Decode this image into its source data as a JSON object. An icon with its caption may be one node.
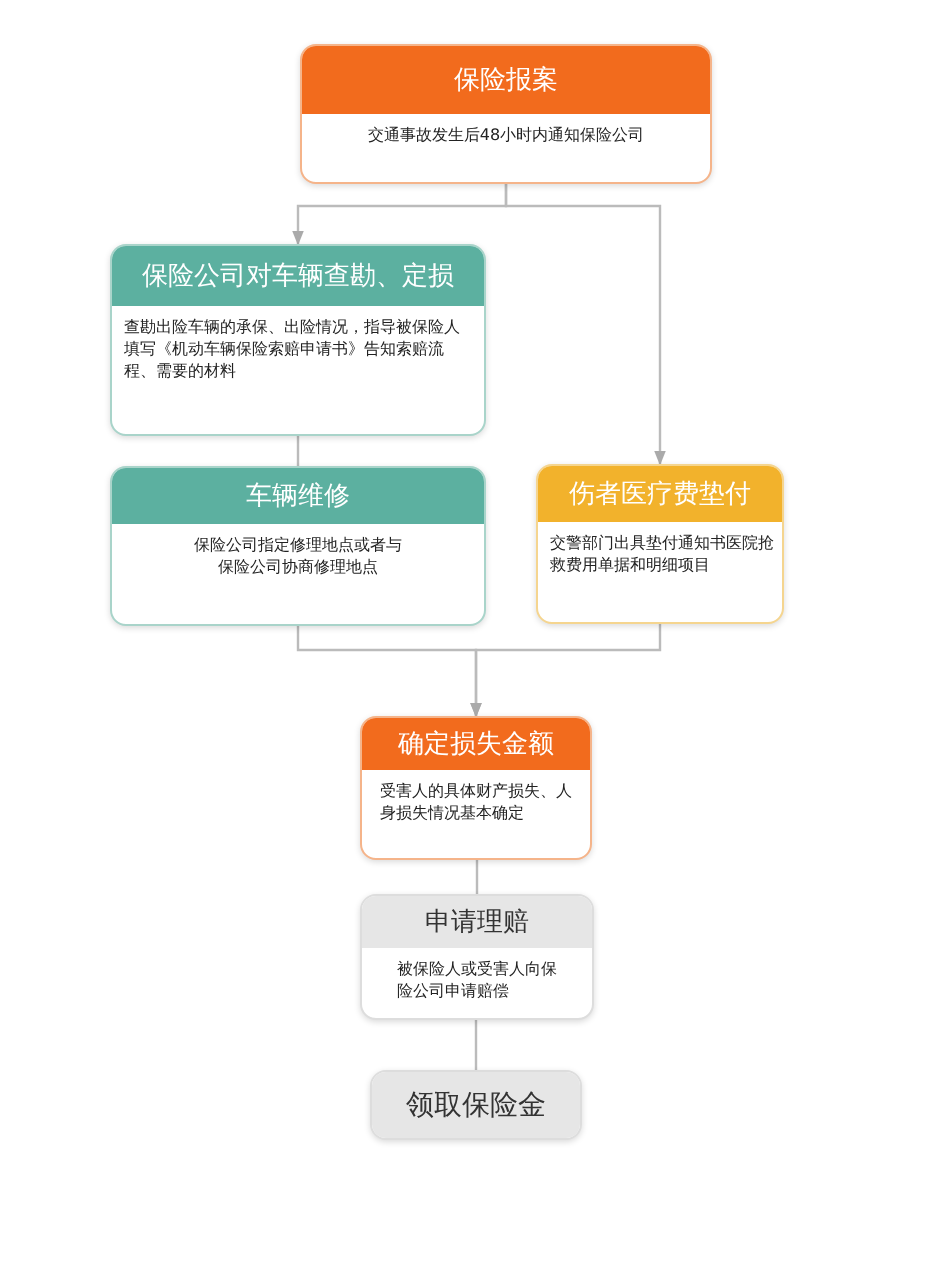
{
  "diagram": {
    "nodes": [
      {
        "text": [
          "保险报案",
          "交通事故发生后48小时内通知保险公司"
        ]
      },
      {
        "text": [
          "保险公司对车辆查勘、定损",
          "查勘出险车辆的承保、出险情况，指导被保险人填写《机动车辆保险索赔申请书》告知索赔流程、需要的材料"
        ]
      },
      {
        "text": [
          "车辆维修",
          "保险公司指定修理地点或者与保险公司协商修理地点"
        ]
      },
      {
        "text": [
          "伤者医疗费垫付",
          "交警部门出具垫付通知书医院抢救费用单据和明细项目"
        ]
      },
      {
        "text": [
          "确定损失金额",
          "受害人的具体财产损失、人身损失情况基本确定"
        ]
      },
      {
        "text": [
          "申请理赔",
          "被保险人或受害人向保险公司申请赔偿"
        ]
      },
      {
        "text": [
          "领取保险金"
        ]
      }
    ],
    "edges": [
      {
        "from": 0,
        "to": 1,
        "arrow": "to"
      },
      {
        "from": 0,
        "to": 3,
        "arrow": "to"
      },
      {
        "from": 1,
        "to": 2,
        "arrow": "none"
      },
      {
        "from": 2,
        "to": 4,
        "arrow": "to"
      },
      {
        "from": 3,
        "to": 4,
        "arrow": "to"
      },
      {
        "from": 4,
        "to": 5,
        "arrow": "none"
      },
      {
        "from": 5,
        "to": 6,
        "arrow": "none"
      }
    ]
  }
}
